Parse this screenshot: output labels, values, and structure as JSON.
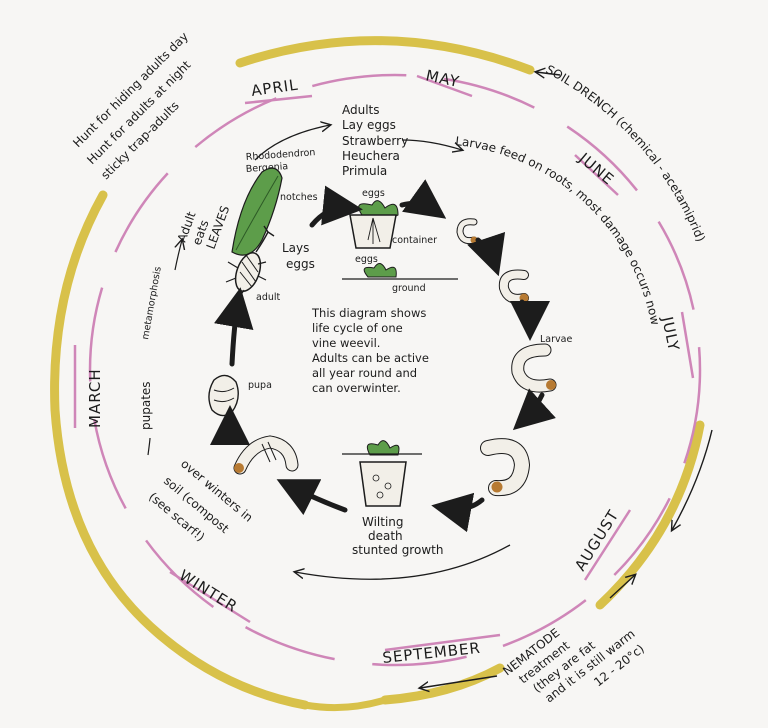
{
  "colors": {
    "outer_ring": "#d8c14a",
    "inner_ring": "#cf86b8",
    "ink": "#1c1c1c",
    "leaf": "#5d9d4a",
    "larva": "#f2efe8",
    "larva_head": "#b77a32"
  },
  "months": {
    "april": "APRIL",
    "may": "MAY",
    "june": "JUNE",
    "july": "JULY",
    "august": "AUGUST",
    "september": "SEPTEMBER",
    "winter": "WINTER",
    "march": "MARCH"
  },
  "hunt": {
    "line1": "Hunt for hiding adults day",
    "line2": "Hunt for adults at night",
    "line3": "sticky trap-adults"
  },
  "soil_drench": "SOIL DRENCH (chemical - acetamiprid)",
  "nematode": {
    "line1": "NEMATODE",
    "line2": "treatment",
    "line3": "(they are fat",
    "line4": "and it is still warm",
    "line5": "12 - 20°c)"
  },
  "adults_lay": {
    "line1": "Adults",
    "line2": "Lay eggs",
    "line3": "Strawberry",
    "line4": "Heuchera",
    "line5": "Primula"
  },
  "plants": {
    "line1": "Rhododendron",
    "line2": "Bergenia"
  },
  "notches": "notches",
  "adult_eats": {
    "line1": "Adult",
    "line2": "eats",
    "line3": "LEAVES"
  },
  "lays_eggs": {
    "line1": "Lays",
    "line2": "eggs"
  },
  "adult_label": "adult",
  "eggs_label": "eggs",
  "container_label": "container",
  "eggs_label2": "eggs",
  "ground_label": "ground",
  "larvae_feed": "Larvae feed on roots, most damage occurs now",
  "larvae_label": "Larvae",
  "center_note": {
    "line1": "This diagram shows",
    "line2": "life cycle of one",
    "line3": "vine weevil.",
    "line4": "Adults can be active",
    "line5": "all year round and",
    "line6": "can overwinter."
  },
  "pupa_label": "pupa",
  "pupates": "pupates",
  "metamorphosis": "metamorphosis",
  "overwinters": {
    "line1": "over winters in",
    "line2": "soil (compost",
    "line3": "(see scarf!)"
  },
  "wilting": {
    "line1": "Wilting",
    "line2": "death",
    "line3": "stunted growth"
  }
}
